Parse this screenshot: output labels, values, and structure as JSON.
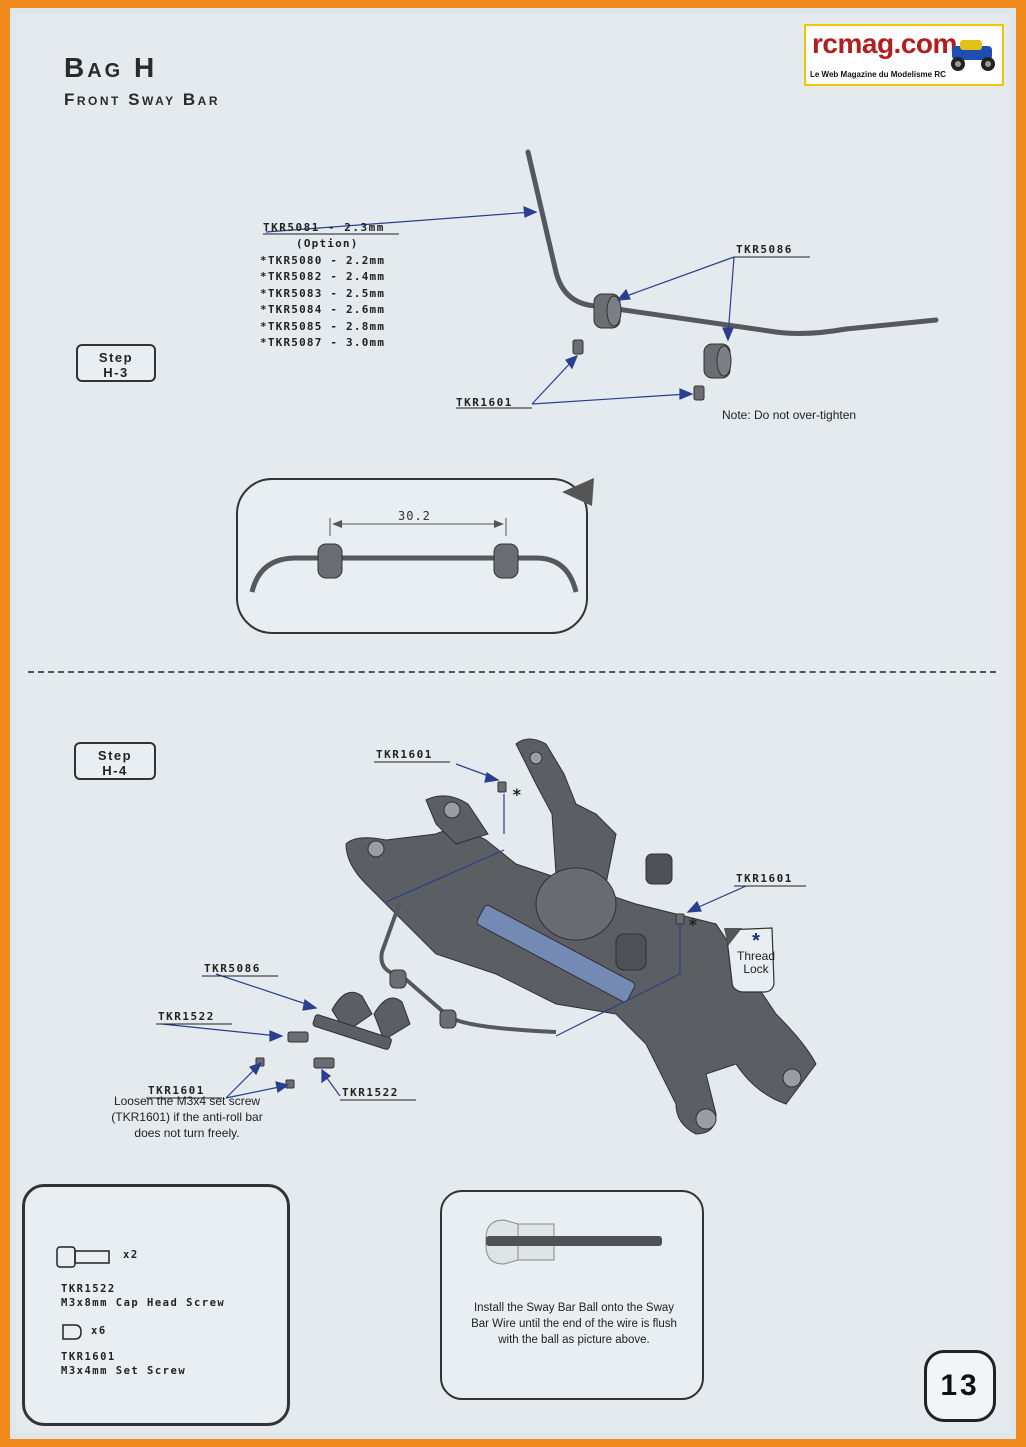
{
  "header": {
    "title": "Bag H",
    "subtitle": "Front Sway Bar"
  },
  "logo": {
    "name": "rcmag.com",
    "tagline": "Le Web Magazine du Modelisme RC"
  },
  "step_h3": {
    "step_label": "Step",
    "step_id": "H-3",
    "sway_bar_label": "TKR5081 - 2.3mm",
    "option_label": "(Option)",
    "options": [
      "*TKR5080 - 2.2mm",
      "*TKR5082 - 2.4mm",
      "*TKR5083 - 2.5mm",
      "*TKR5084 - 2.6mm",
      "*TKR5085 - 2.8mm",
      "*TKR5087 - 3.0mm"
    ],
    "mount_label": "TKR5086",
    "set_screw_label": "TKR1601",
    "note": "Note: Do not over-tighten",
    "dimension": "30.2"
  },
  "step_h4": {
    "step_label": "Step",
    "step_id": "H-4",
    "label_set_screw_top": "TKR1601",
    "label_set_screw_right": "TKR1601",
    "label_mount": "TKR5086",
    "label_screw_a": "TKR1522",
    "label_set_screw_bottom": "TKR1601",
    "label_screw_b": "TKR1522",
    "loosen_note": "Loosen the M3x4 set screw (TKR1601) if the anti-roll bar does not turn freely.",
    "thread_lock_symbol": "*",
    "thread_lock": "Thread Lock"
  },
  "parts": [
    {
      "qty": "x2",
      "code": "TKR1522",
      "desc": "M3x8mm Cap Head Screw",
      "icon": "cap-head-screw-icon"
    },
    {
      "qty": "x6",
      "code": "TKR1601",
      "desc": "M3x4mm Set Screw",
      "icon": "set-screw-icon"
    }
  ],
  "install_note": "Install the Sway Bar Ball onto the Sway Bar Wire  until the  end of the wire is flush with the ball as picture above.",
  "page_number": "13",
  "colors": {
    "border": "#f08a1c",
    "page": "#e4eaee",
    "leader_line": "#2a3f8f",
    "part": "#5b5e63"
  }
}
